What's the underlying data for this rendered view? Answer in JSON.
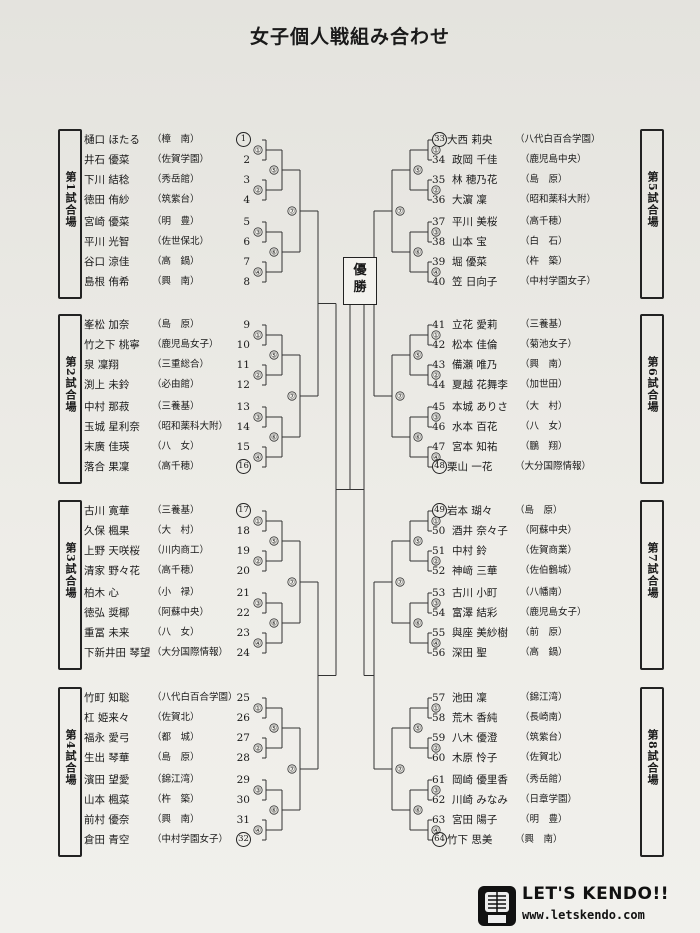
{
  "title": "女子個人戦組み合わせ",
  "champion_label": "優勝",
  "venues": [
    {
      "label": "第1試合場"
    },
    {
      "label": "第2試合場"
    },
    {
      "label": "第3試合場"
    },
    {
      "label": "第4試合場"
    },
    {
      "label": "第5試合場"
    },
    {
      "label": "第6試合場"
    },
    {
      "label": "第7試合場"
    },
    {
      "label": "第8試合場"
    }
  ],
  "left_players": [
    {
      "num": "1",
      "circled": true,
      "name": "樋口 ほたる",
      "school": "（樟　南）"
    },
    {
      "num": "2",
      "circled": false,
      "name": "井石 優菜",
      "school": "（佐賀学園）"
    },
    {
      "num": "3",
      "circled": false,
      "name": "下川 結稔",
      "school": "（秀岳館）"
    },
    {
      "num": "4",
      "circled": false,
      "name": "徳田 侑紗",
      "school": "（筑紫台）"
    },
    {
      "num": "5",
      "circled": false,
      "name": "宮崎 優菜",
      "school": "（明　豊）"
    },
    {
      "num": "6",
      "circled": false,
      "name": "平川 光智",
      "school": "（佐世保北）"
    },
    {
      "num": "7",
      "circled": false,
      "name": "谷口 涼佳",
      "school": "（高　鍋）"
    },
    {
      "num": "8",
      "circled": false,
      "name": "島根 侑希",
      "school": "（興　南）"
    },
    {
      "num": "9",
      "circled": false,
      "name": "峯松 加奈",
      "school": "（島　原）"
    },
    {
      "num": "10",
      "circled": false,
      "name": "竹之下 桃寧",
      "school": "（鹿児島女子）"
    },
    {
      "num": "11",
      "circled": false,
      "name": "泉 凜翔",
      "school": "（三重総合）"
    },
    {
      "num": "12",
      "circled": false,
      "name": "渕上 未鈴",
      "school": "（必由館）"
    },
    {
      "num": "13",
      "circled": false,
      "name": "中村 那菽",
      "school": "（三養基）"
    },
    {
      "num": "14",
      "circled": false,
      "name": "玉城 星利奈",
      "school": "（昭和薬科大附）"
    },
    {
      "num": "15",
      "circled": false,
      "name": "末廣 佳瑛",
      "school": "（八　女）"
    },
    {
      "num": "16",
      "circled": true,
      "name": "落合 果凜",
      "school": "（高千穂）"
    },
    {
      "num": "17",
      "circled": true,
      "name": "古川 寛華",
      "school": "（三養基）"
    },
    {
      "num": "18",
      "circled": false,
      "name": "久保 楓果",
      "school": "（大　村）"
    },
    {
      "num": "19",
      "circled": false,
      "name": "上野 天咲桜",
      "school": "（川内商工）"
    },
    {
      "num": "20",
      "circled": false,
      "name": "清家 野々花",
      "school": "（高千穂）"
    },
    {
      "num": "21",
      "circled": false,
      "name": "柏木 心",
      "school": "（小　禄）"
    },
    {
      "num": "22",
      "circled": false,
      "name": "徳弘 奨椰",
      "school": "（阿蘇中央）"
    },
    {
      "num": "23",
      "circled": false,
      "name": "重冨 未来",
      "school": "（八　女）"
    },
    {
      "num": "24",
      "circled": false,
      "name": "下新井田 琴望",
      "school": "（大分国際情報）"
    },
    {
      "num": "25",
      "circled": false,
      "name": "竹町 知聡",
      "school": "（八代白百合学園）"
    },
    {
      "num": "26",
      "circled": false,
      "name": "杠 姫来々",
      "school": "（佐賀北）"
    },
    {
      "num": "27",
      "circled": false,
      "name": "福永 愛弓",
      "school": "（都　城）"
    },
    {
      "num": "28",
      "circled": false,
      "name": "生出 琴華",
      "school": "（島　原）"
    },
    {
      "num": "29",
      "circled": false,
      "name": "濱田 望愛",
      "school": "（錦江湾）"
    },
    {
      "num": "30",
      "circled": false,
      "name": "山本 楓菜",
      "school": "（杵　築）"
    },
    {
      "num": "31",
      "circled": false,
      "name": "前村 優奈",
      "school": "（興　南）"
    },
    {
      "num": "32",
      "circled": true,
      "name": "倉田 青空",
      "school": "（中村学園女子）"
    }
  ],
  "right_players": [
    {
      "num": "33",
      "circled": true,
      "name": "大西 莉央",
      "school": "（八代白百合学園）"
    },
    {
      "num": "34",
      "circled": false,
      "name": "政岡 千佳",
      "school": "（鹿児島中央）"
    },
    {
      "num": "35",
      "circled": false,
      "name": "林 穂乃花",
      "school": "（島　原）"
    },
    {
      "num": "36",
      "circled": false,
      "name": "大濵 凜",
      "school": "（昭和薬科大附）"
    },
    {
      "num": "37",
      "circled": false,
      "name": "平川 美桜",
      "school": "（高千穂）"
    },
    {
      "num": "38",
      "circled": false,
      "name": "山本 宝",
      "school": "（白　石）"
    },
    {
      "num": "39",
      "circled": false,
      "name": "堀 優菜",
      "school": "（杵　築）"
    },
    {
      "num": "40",
      "circled": false,
      "name": "笠 日向子",
      "school": "（中村学園女子）"
    },
    {
      "num": "41",
      "circled": false,
      "name": "立花 愛莉",
      "school": "（三養基）"
    },
    {
      "num": "42",
      "circled": false,
      "name": "松本 佳倫",
      "school": "（菊池女子）"
    },
    {
      "num": "43",
      "circled": false,
      "name": "備瀬 唯乃",
      "school": "（興　南）"
    },
    {
      "num": "44",
      "circled": false,
      "name": "夏越 花舞李",
      "school": "（加世田）"
    },
    {
      "num": "45",
      "circled": false,
      "name": "本城 ありさ",
      "school": "（大　村）"
    },
    {
      "num": "46",
      "circled": false,
      "name": "水本 百花",
      "school": "（八　女）"
    },
    {
      "num": "47",
      "circled": false,
      "name": "宮本 知祐",
      "school": "（鵬　翔）"
    },
    {
      "num": "48",
      "circled": true,
      "name": "栗山 一花",
      "school": "（大分国際情報）"
    },
    {
      "num": "49",
      "circled": true,
      "name": "岩本 瑚々",
      "school": "（島　原）"
    },
    {
      "num": "50",
      "circled": false,
      "name": "酒井 奈々子",
      "school": "（阿蘇中央）"
    },
    {
      "num": "51",
      "circled": false,
      "name": "中村 鈴",
      "school": "（佐賀商業）"
    },
    {
      "num": "52",
      "circled": false,
      "name": "神﨑 三華",
      "school": "（佐伯鶴城）"
    },
    {
      "num": "53",
      "circled": false,
      "name": "古川 小町",
      "school": "（八幡南）"
    },
    {
      "num": "54",
      "circled": false,
      "name": "富澤 結彩",
      "school": "（鹿児島女子）"
    },
    {
      "num": "55",
      "circled": false,
      "name": "與座 美紗樹",
      "school": "（前　原）"
    },
    {
      "num": "56",
      "circled": false,
      "name": "深田 聖",
      "school": "（高　鍋）"
    },
    {
      "num": "57",
      "circled": false,
      "name": "池田 凜",
      "school": "（錦江湾）"
    },
    {
      "num": "58",
      "circled": false,
      "name": "荒木 香純",
      "school": "（長崎南）"
    },
    {
      "num": "59",
      "circled": false,
      "name": "八木 優澄",
      "school": "（筑紫台）"
    },
    {
      "num": "60",
      "circled": false,
      "name": "木原 怜子",
      "school": "（佐賀北）"
    },
    {
      "num": "61",
      "circled": false,
      "name": "岡崎 優里香",
      "school": "（秀岳館）"
    },
    {
      "num": "62",
      "circled": false,
      "name": "川崎 みなみ",
      "school": "（日章学園）"
    },
    {
      "num": "63",
      "circled": false,
      "name": "宮田 陽子",
      "school": "（明　豊）"
    },
    {
      "num": "64",
      "circled": true,
      "name": "竹下 思美",
      "school": "（興　南）"
    }
  ],
  "round_labels": [
    "①",
    "②",
    "③",
    "④",
    "⑤",
    "⑥",
    "⑦"
  ],
  "logo": {
    "text": "LET'S KENDO!!",
    "url": "www.letskendo.com",
    "icon": "kendo-mask-icon"
  }
}
